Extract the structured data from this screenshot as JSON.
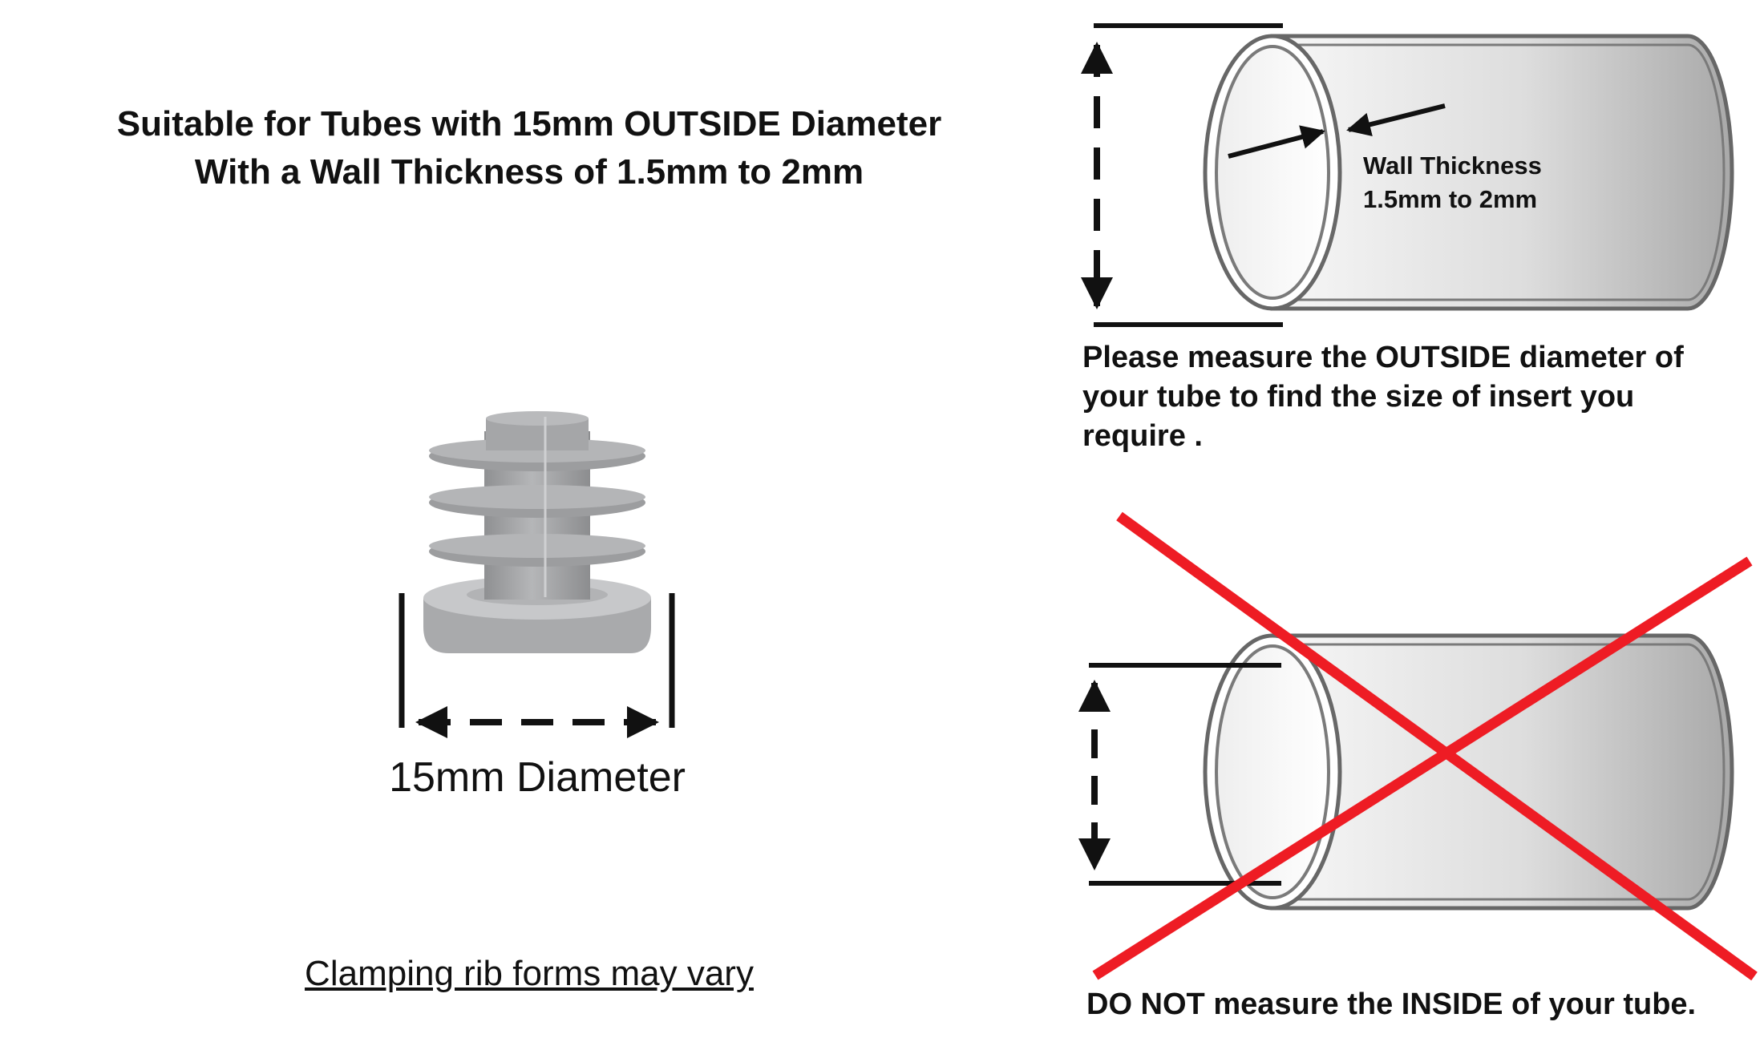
{
  "heading": {
    "line1": "Suitable for Tubes with 15mm OUTSIDE Diameter",
    "line2": "With a Wall Thickness of 1.5mm to 2mm"
  },
  "insert": {
    "diameter_label": "15mm Diameter",
    "note": "Clamping rib forms may vary"
  },
  "correct_tube": {
    "wall_label_line1": "Wall Thickness",
    "wall_label_line2": "1.5mm to 2mm",
    "instruction": "Please measure the OUTSIDE diameter of your tube to find the size of insert you require ."
  },
  "incorrect_tube": {
    "instruction": "DO NOT measure the INSIDE of your tube."
  },
  "colors": {
    "cross": "#ee1c24",
    "outline": "#666666",
    "insert_grey": "#a8a9ab",
    "ink": "#111111"
  }
}
